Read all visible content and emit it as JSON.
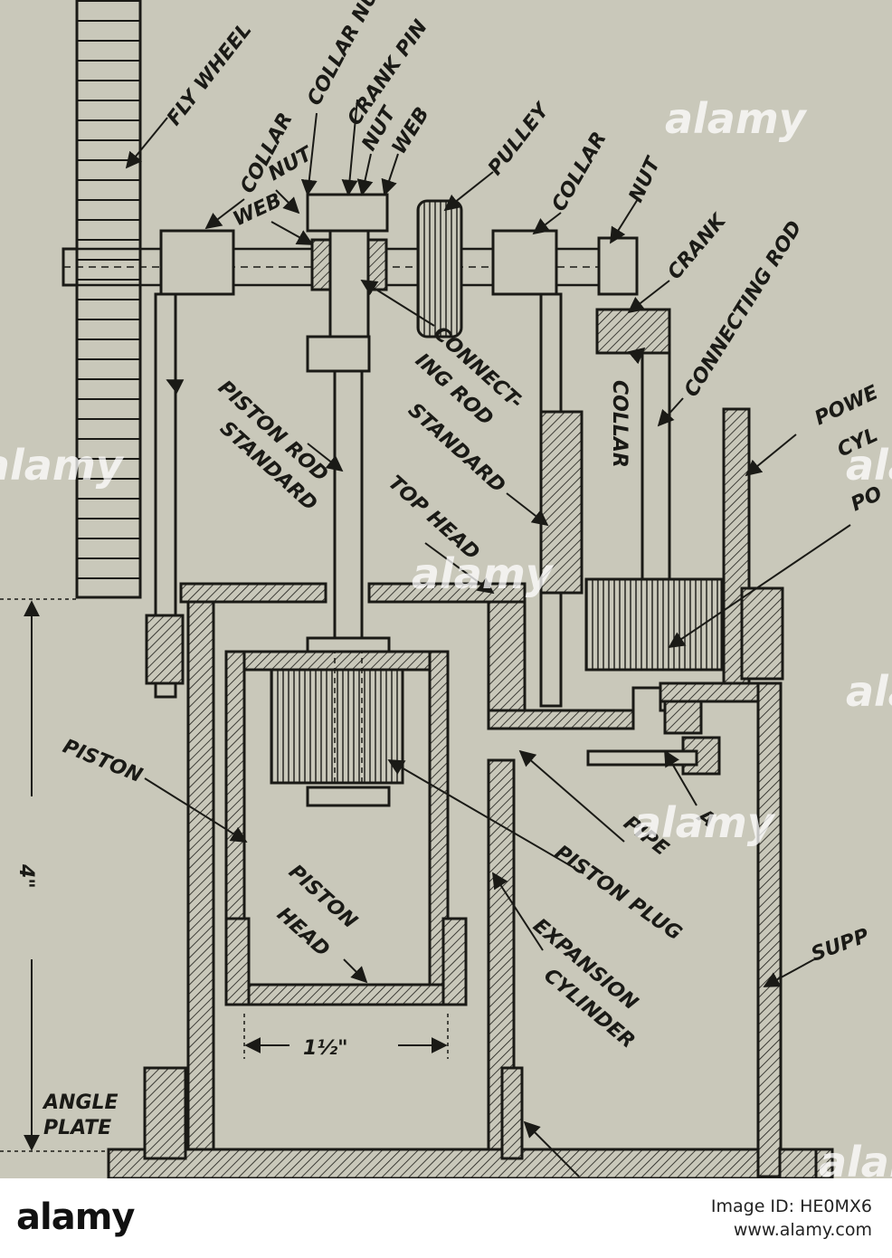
{
  "labels": {
    "fly_wheel": "FLY WHEEL",
    "collar_nut": "COLLAR NUT",
    "crank_pin": "CRANK PIN",
    "nut_top": "NUT",
    "web_top": "WEB",
    "nut_left": "NUT",
    "collar_left": "COLLAR",
    "web_left": "WEB",
    "pulley": "PULLEY",
    "collar_right": "COLLAR",
    "nut_right": "NUT",
    "crank": "CRANK",
    "connecting_rod": "CONNECTING ROD",
    "power_cylinder_1": "POWE",
    "power_cylinder_2": "CYL",
    "piston_right": "PO",
    "collar_vertical": "COLLAR",
    "connecting_rod_standard_1": "CONNECT-",
    "connecting_rod_standard_2": "ING ROD",
    "connecting_rod_standard_3": "STANDARD",
    "piston_rod_standard_1": "PISTON ROD",
    "piston_rod_standard_2": "STANDARD",
    "top_head": "TOP HEAD",
    "piston": "PISTON",
    "pipe": "PIPE",
    "piston_plug": "PISTON PLUG",
    "piston_head_1": "PISTON",
    "piston_head_2": "HEAD",
    "expansion_cylinder_1": "EXPANSION",
    "expansion_cylinder_2": "CYLINDER",
    "support": "SUPP",
    "dim_4": "4\"",
    "dim_1_half": "1½\"",
    "angle_plate_1": "ANGLE",
    "angle_plate_2": "PLATE",
    "label_a": "A"
  },
  "watermark": {
    "text": "alamy",
    "footer_logo": "alamy",
    "image_id": "Image ID: HE0MX6",
    "site": "www.alamy.com"
  },
  "colors": {
    "paper": "#c9c8ba",
    "ink": "#1a1a16"
  }
}
